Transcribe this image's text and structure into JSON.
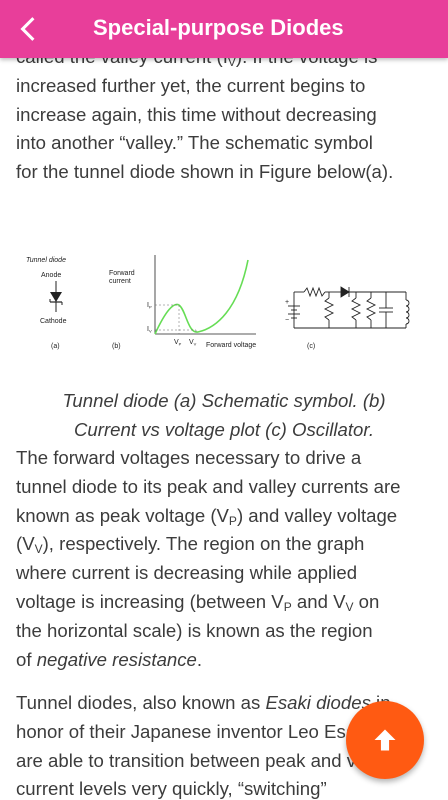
{
  "appbar": {
    "title": "Special-purpose Diodes",
    "back_icon": "arrow-back-icon",
    "color": "#e83e9a"
  },
  "paragraph1": {
    "line0": "called the valley current (I",
    "line0_sub": "V",
    "line0_end": "). If the voltage is",
    "line1": "increased further yet, the current begins to",
    "line2": "increase again, this time without decreasing",
    "line3": "into another “valley.” The schematic symbol",
    "line4": "for the tunnel diode shown in Figure below(a)."
  },
  "figure": {
    "a_title": "Tunnel diode",
    "a_anode": "Anode",
    "a_cathode": "Cathode",
    "a_label": "(a)",
    "b_forward": "Forward",
    "b_current": "current",
    "b_ip": "I",
    "b_ip_sub": "P",
    "b_iv": "I",
    "b_iv_sub": "V",
    "b_vp": "V",
    "b_vp_sub": "P",
    "b_vv": "V",
    "b_vv_sub": "V",
    "b_xlabel": "Forward voltage",
    "b_label": "(b)",
    "c_label": "(c)",
    "c_plus": "+",
    "c_minus": "−",
    "curve_color": "#66dd55"
  },
  "caption": {
    "line1": "Tunnel diode (a) Schematic symbol. (b)",
    "line2": "Current vs voltage plot (c) Oscillator."
  },
  "paragraph2": {
    "line1": "The forward voltages necessary to drive a",
    "line2": "tunnel diode to its peak and valley currents are",
    "line3a": "known as peak voltage (V",
    "line3_sub": "P",
    "line3b": ") and valley voltage",
    "line4a": "(V",
    "line4_sub": "V",
    "line4b": "), respectively. The region on the graph",
    "line5": "where current is decreasing while applied",
    "line6a": "voltage is increasing (between V",
    "line6_sub1": "P",
    "line6b": " and V",
    "line6_sub2": "V",
    "line6c": " on",
    "line7": "the horizontal scale) is known as the region",
    "line8a": "of ",
    "line8_em": "negative resistance",
    "line8b": "."
  },
  "paragraph3": {
    "line1a": "Tunnel diodes, also known as ",
    "line1_em": "Esaki diodes",
    "line1b": " in",
    "line2": "honor of their Japanese inventor Leo Esaki,",
    "line3": "are able to transition between peak and valley",
    "line4": "current levels very quickly, “switching”"
  },
  "fab": {
    "icon": "arrow-up-icon",
    "color": "#ff5a12"
  }
}
